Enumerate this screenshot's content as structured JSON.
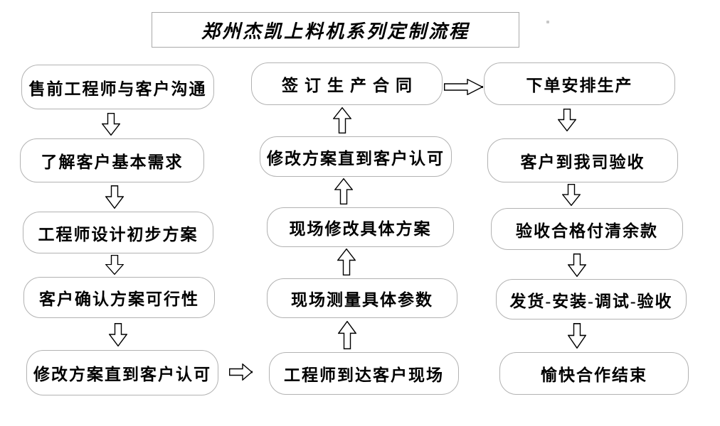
{
  "title": {
    "text": "郑州杰凯上料机系列定制流程"
  },
  "columns": {
    "left": {
      "flow": "top-to-bottom",
      "steps": [
        "售前工程师与客户沟通",
        "了解客户基本需求",
        "工程师设计初步方案",
        "客户确认方案可行性",
        "修改方案直到客户认可"
      ]
    },
    "middle": {
      "flow": "bottom-to-top",
      "steps": [
        "签订生产合同",
        "修改方案直到客户认可",
        "现场修改具体方案",
        "现场测量具体参数",
        "工程师到达客户现场"
      ]
    },
    "right": {
      "flow": "top-to-bottom",
      "steps": [
        "下单安排生产",
        "客户到我司验收",
        "验收合格付清余款",
        "发货-安装-调试-验收",
        "愉快合作结束"
      ]
    }
  },
  "connectors": {
    "left_to_middle": "修改方案直到客户认可 → 工程师到达客户现场",
    "middle_to_right": "签订生产合同 → 下单安排生产"
  },
  "colors": {
    "background": "#ffffff",
    "box_border": "#b2b2b2",
    "title_border": "#a9a9a9",
    "text": "#000000",
    "arrow_outline": "#000000",
    "arrow_fill": "#ffffff"
  }
}
